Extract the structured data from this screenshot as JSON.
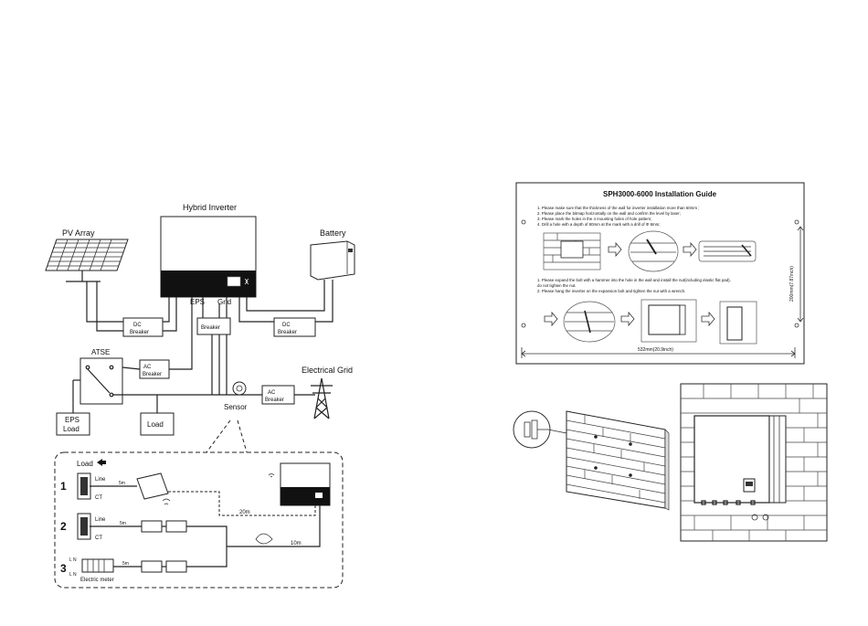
{
  "left_diagram": {
    "pv_array": "PV Array",
    "hybrid_inverter": "Hybrid Inverter",
    "battery": "Battery",
    "eps_label": "EPS",
    "grid_label": "Grid",
    "dc_breaker_left": [
      "DC",
      "Breaker"
    ],
    "breaker_mid": "Breaker",
    "dc_breaker_right": [
      "DC",
      "Breaker"
    ],
    "atse": "ATSE",
    "ac_breaker_left": [
      "AC",
      "Breaker"
    ],
    "ac_breaker_right": [
      "AC",
      "Breaker"
    ],
    "electrical_grid": "Electrical Grid",
    "eps_load": [
      "EPS",
      "Load"
    ],
    "load": "Load",
    "sensor": "Sensor"
  },
  "sensor_detail": {
    "load": "Load",
    "options": [
      {
        "num": "1",
        "line": "Line",
        "ct": "CT",
        "dist": "5m"
      },
      {
        "num": "2",
        "line": "Line",
        "ct": "CT",
        "dist": "5m"
      },
      {
        "num": "3",
        "line": "L N",
        "ct": "L N",
        "dist": "5m",
        "meter": "Electric meter"
      }
    ],
    "dist_20m": "20m",
    "dist_10m": "10m"
  },
  "install_guide": {
    "title": "SPH3000-6000 Installation Guide",
    "steps_a": [
      "1. Please make sure that the thickness of the wall for inverter installation more than 60mm ;",
      "2. Please place the bitmap horizontally on the wall and confirm the level by laser;",
      "3. Please mark the holes in the 4 mounting holes of hole pattern;",
      "4. Drill a hole with a depth of 80mm at the mark with a drill of Φ 8mm;"
    ],
    "steps_b": [
      "1. Please expand the bolt with a hammer into the hole in the wall and install the nut(including elastic flat pad),",
      "   do not tighten the nut.",
      "2. Please hang the inverter on the expansion bolt and tighten the nut with a wrench."
    ],
    "width_dim": "532mm(20.9inch)",
    "height_dim": "200mm(7.87inch)"
  }
}
